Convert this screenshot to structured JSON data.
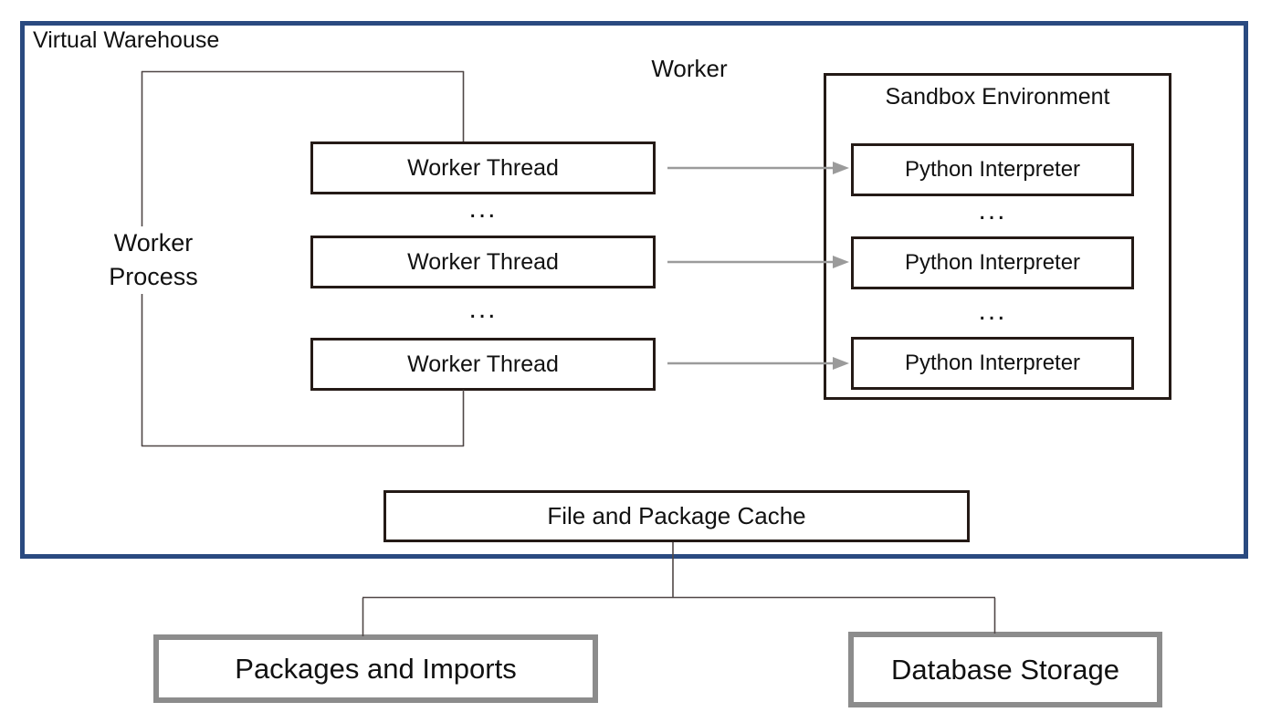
{
  "colors": {
    "outer-border": "#2a4a80",
    "box-border": "#241a16",
    "gray-border": "#8c8c8c",
    "line": "#504746",
    "arrow": "#9b9b9b",
    "text": "#111111",
    "bg": "#ffffff"
  },
  "warehouse": {
    "title": "Virtual Warehouse",
    "worker_label": "Worker",
    "worker_process": {
      "line1": "Worker",
      "line2": "Process"
    },
    "threads": [
      {
        "label": "Worker Thread"
      },
      {
        "label": "Worker Thread"
      },
      {
        "label": "Worker Thread"
      }
    ],
    "thread_ellipsis": "...",
    "sandbox": {
      "title": "Sandbox Environment",
      "interpreters": [
        {
          "label": "Python Interpreter"
        },
        {
          "label": "Python Interpreter"
        },
        {
          "label": "Python Interpreter"
        }
      ],
      "ellipsis": "..."
    },
    "cache_label": "File and Package Cache"
  },
  "storage": {
    "packages_label": "Packages and Imports",
    "database_label": "Database Storage"
  }
}
